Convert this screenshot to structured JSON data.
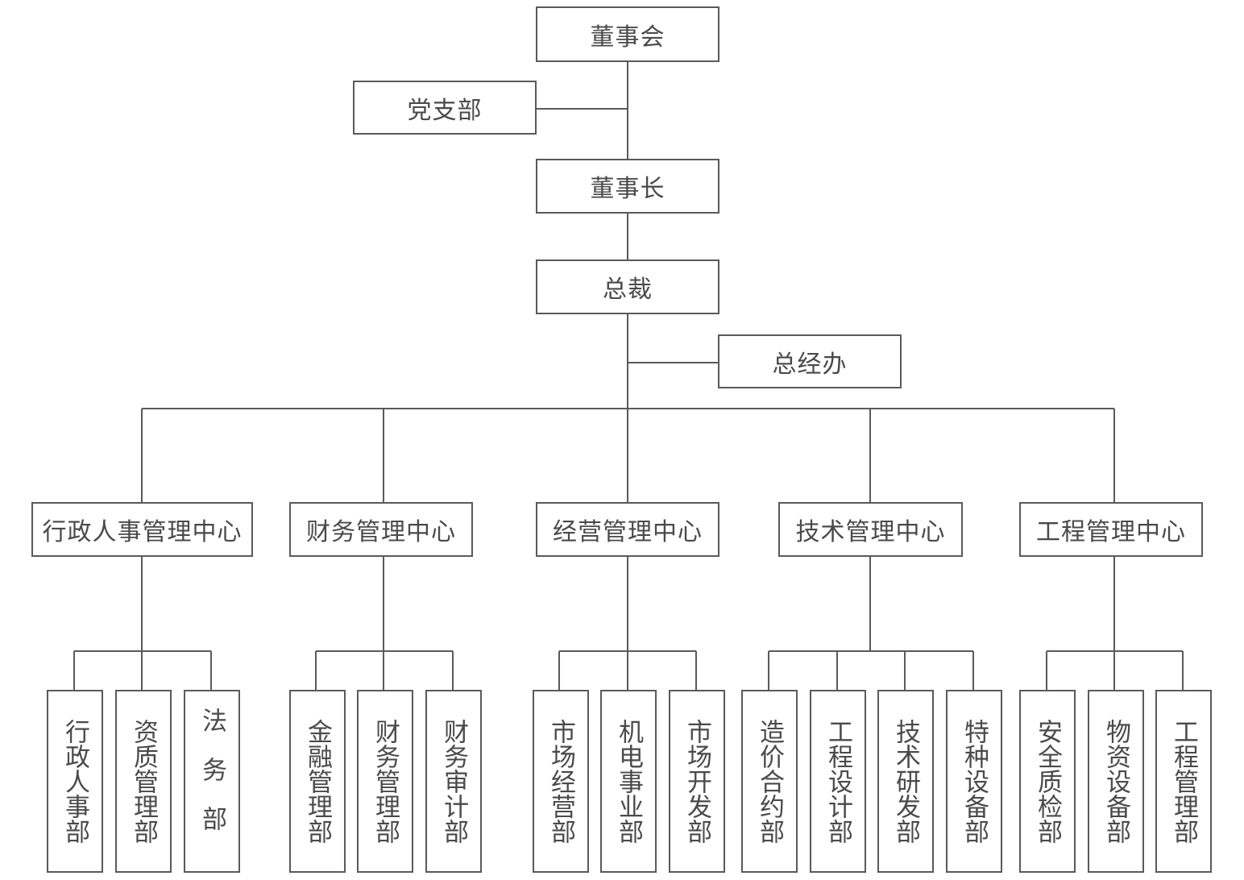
{
  "top": {
    "board": "董事会",
    "party": "党支部",
    "chairman": "董事长",
    "president": "总裁",
    "general_office": "总经办"
  },
  "centers": [
    {
      "name": "行政人事管理中心",
      "departments": [
        "行政人事部",
        "资质管理部",
        "法务部"
      ]
    },
    {
      "name": "财务管理中心",
      "departments": [
        "金融管理部",
        "财务管理部",
        "财务审计部"
      ]
    },
    {
      "name": "经营管理中心",
      "departments": [
        "市场经营部",
        "机电事业部",
        "市场开发部"
      ]
    },
    {
      "name": "技术管理中心",
      "departments": [
        "造价合约部",
        "工程设计部",
        "技术研发部",
        "特种设备部"
      ]
    },
    {
      "name": "工程管理中心",
      "departments": [
        "安全质检部",
        "物资设备部",
        "工程管理部"
      ]
    }
  ],
  "colors": {
    "line": "#5a5a5a",
    "text": "#4a4a4a"
  }
}
